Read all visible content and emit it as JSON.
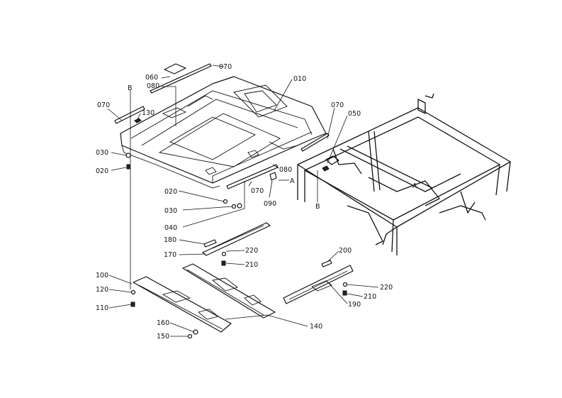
{
  "labels": {
    "p060": "060",
    "p080_top": "080",
    "p070_top": "070",
    "p010": "010",
    "p070_left": "070",
    "pB_top": "B",
    "p130": "130",
    "p070_right": "070",
    "p050": "050",
    "p030_left": "030",
    "p020_left": "020",
    "p080_mid": "080",
    "pA_mid": "A",
    "p070_mid": "070",
    "p090": "090",
    "pB_bottom": "B",
    "pA_frame": "A",
    "p020_mid": "020",
    "p030_mid": "030",
    "p040": "040",
    "p180": "180",
    "p220_mid": "220",
    "p170": "170",
    "p210_mid": "210",
    "p200": "200",
    "p100": "100",
    "p120": "120",
    "p220_right": "220",
    "p210_right": "210",
    "p110": "110",
    "p190": "190",
    "p160": "160",
    "p140": "140",
    "p150": "150"
  }
}
